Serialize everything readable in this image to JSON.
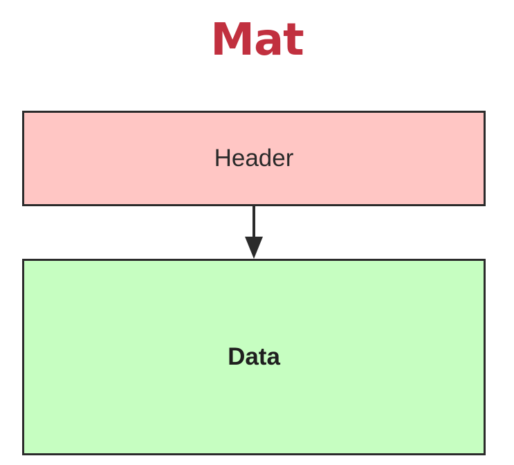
{
  "diagram": {
    "title": "Mat",
    "title_color": "#c1303f",
    "nodes": [
      {
        "id": "header",
        "label": "Header",
        "fill": "#ffc6c4"
      },
      {
        "id": "data",
        "label": "Data",
        "fill": "#c6fec1"
      }
    ],
    "edges": [
      {
        "from": "header",
        "to": "data",
        "color": "#2b2b2b"
      }
    ]
  }
}
